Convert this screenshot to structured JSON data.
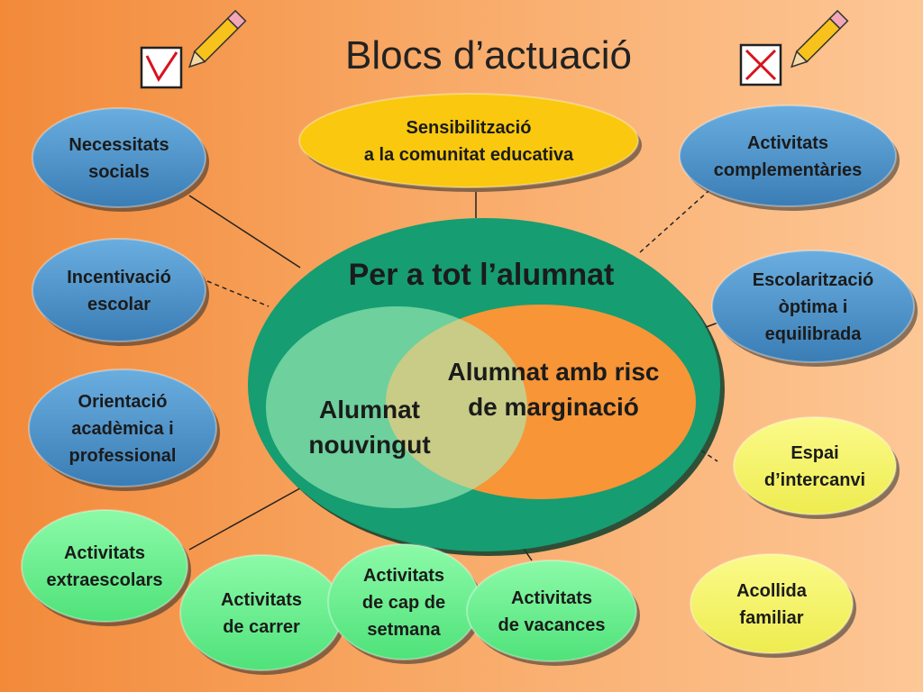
{
  "title": "Blocs d’actuació",
  "center": {
    "all": "Per a tot l’alumnat",
    "risk": [
      "Alumnat amb risc",
      "de marginació"
    ],
    "newcomer": [
      "Alumnat",
      "nouvingut"
    ]
  },
  "bubbles": {
    "necessitats": [
      "Necessitats",
      "socials"
    ],
    "sensibilitzacio": [
      "Sensibilització",
      "a la comunitat educativa"
    ],
    "complementaries": [
      "Activitats",
      "complementàries"
    ],
    "incentivacio": [
      "Incentivació",
      "escolar"
    ],
    "escolaritzacio": [
      "Escolarització",
      "òptima i",
      "equilibrada"
    ],
    "orientacio": [
      "Orientació",
      "acadèmica i",
      "professional"
    ],
    "espai": [
      "Espai",
      "d’intercanvi"
    ],
    "extraescolars": [
      "Activitats",
      "extraescolars"
    ],
    "carrer": [
      "Activitats",
      "de carrer"
    ],
    "setmana": [
      "Activitats",
      "de cap de",
      "setmana"
    ],
    "vacances": [
      "Activitats",
      "de vacances"
    ],
    "acollida": [
      "Acollida",
      "familiar"
    ]
  },
  "icons": [
    "checkbox-checked-icon",
    "checkbox-crossed-icon",
    "pencil-icon"
  ],
  "colors": {
    "blue": "#4a8fc6",
    "green": "#6ef28f",
    "yellow": "#f6f56a",
    "gold": "#f9c80f",
    "teal": "#159c72"
  }
}
